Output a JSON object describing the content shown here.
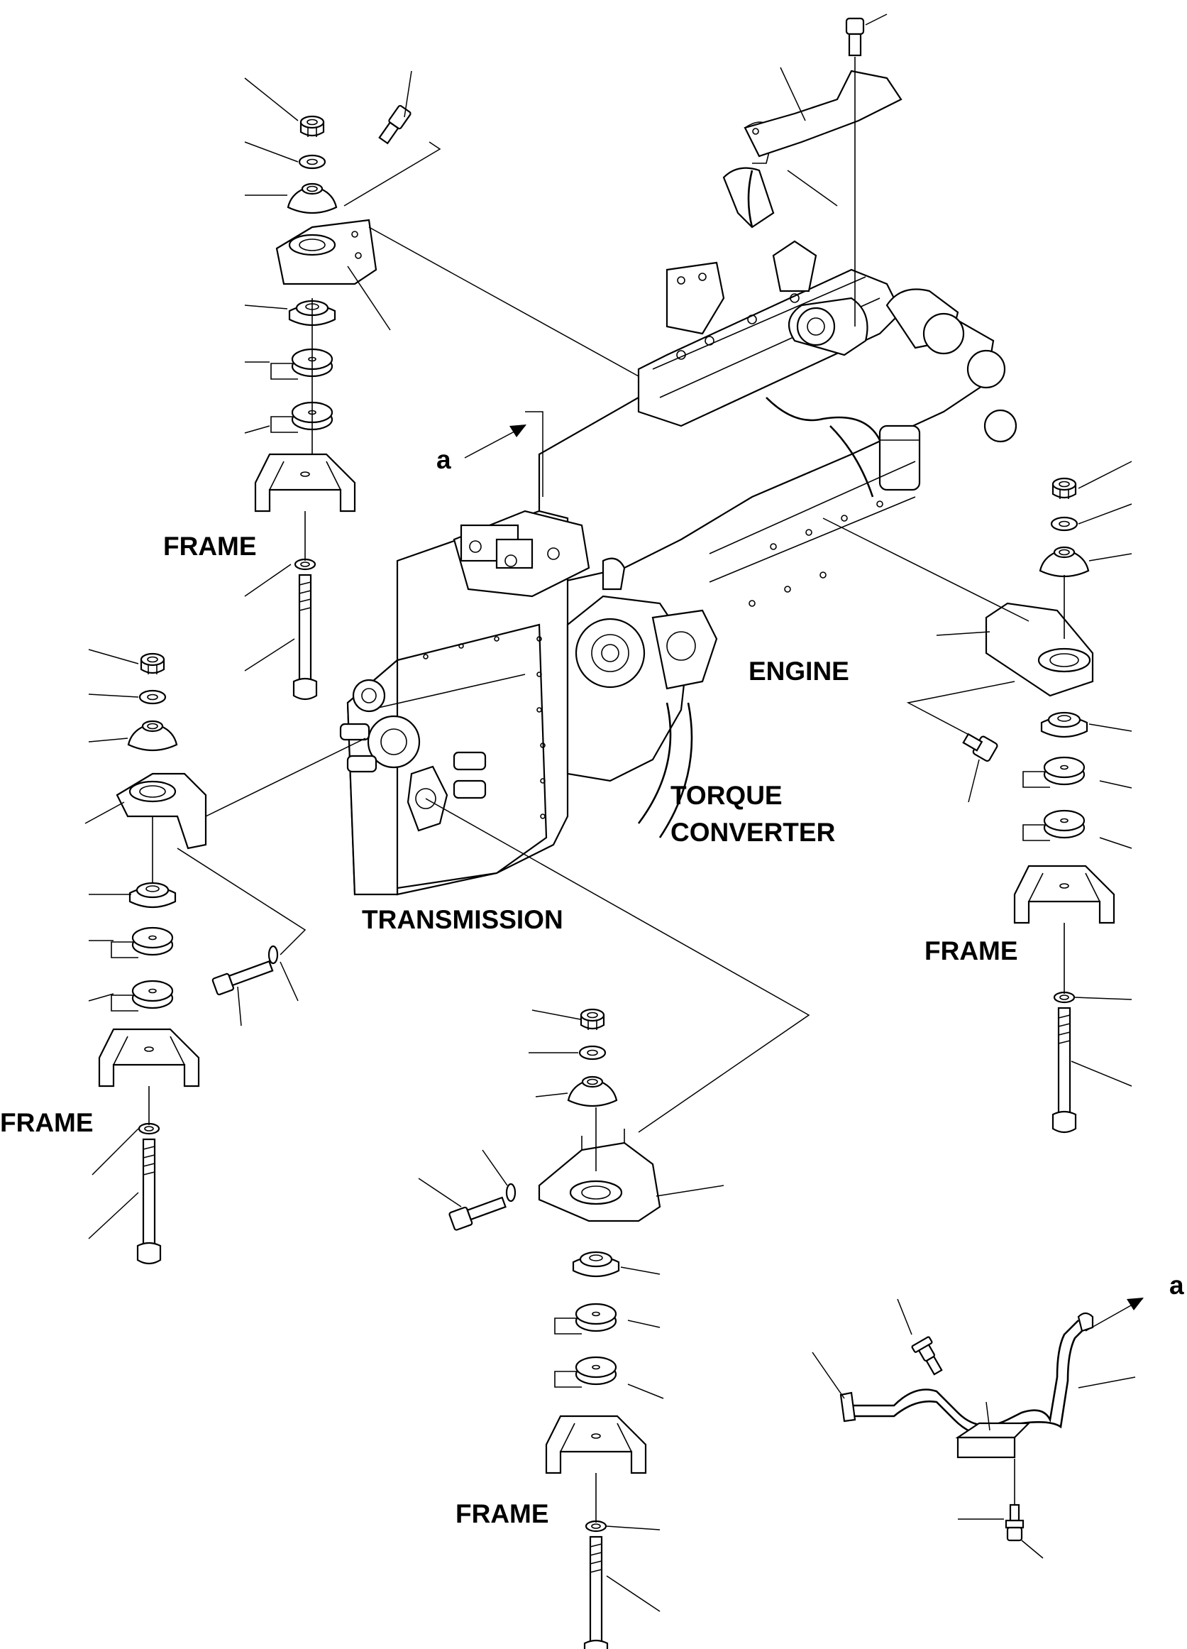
{
  "labels": {
    "frame": "FRAME",
    "engine": "ENGINE",
    "torque_converter_line1": "TORQUE",
    "torque_converter_line2": "CONVERTER",
    "transmission": "TRANSMISSION",
    "view_ref": "a"
  }
}
